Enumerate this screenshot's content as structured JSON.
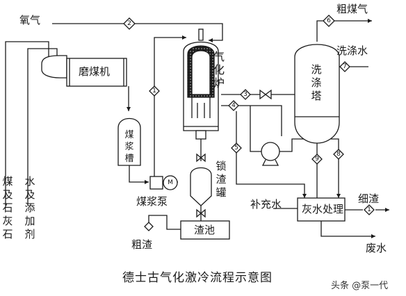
{
  "title": "德士古气化激冷流程示意图",
  "watermark": "头条 @泵一代",
  "labels": {
    "oxygen": "氧气",
    "coal_mill": "磨煤机",
    "gasifier": "气化炉",
    "scrubber": "洗涤塔",
    "raw_gas": "粗煤气",
    "wash_water": "洗涤水",
    "slurry_tank": "煤浆槽",
    "slurry_pump": "煤浆泵",
    "lock_hopper": "锁渣罐",
    "slag_pool": "渣池",
    "coarse_slag": "粗渣",
    "makeup_water": "补充水",
    "grey_water": "灰水处理",
    "fine_slag": "细渣",
    "waste_water": "废水",
    "coal_limestone": "煤及石灰石",
    "water_additive": "水及添加剂",
    "pump_tag": "M"
  },
  "stream_numbers": [
    "1",
    "2",
    "3",
    "4",
    "5",
    "6",
    "7",
    "8",
    "9"
  ]
}
